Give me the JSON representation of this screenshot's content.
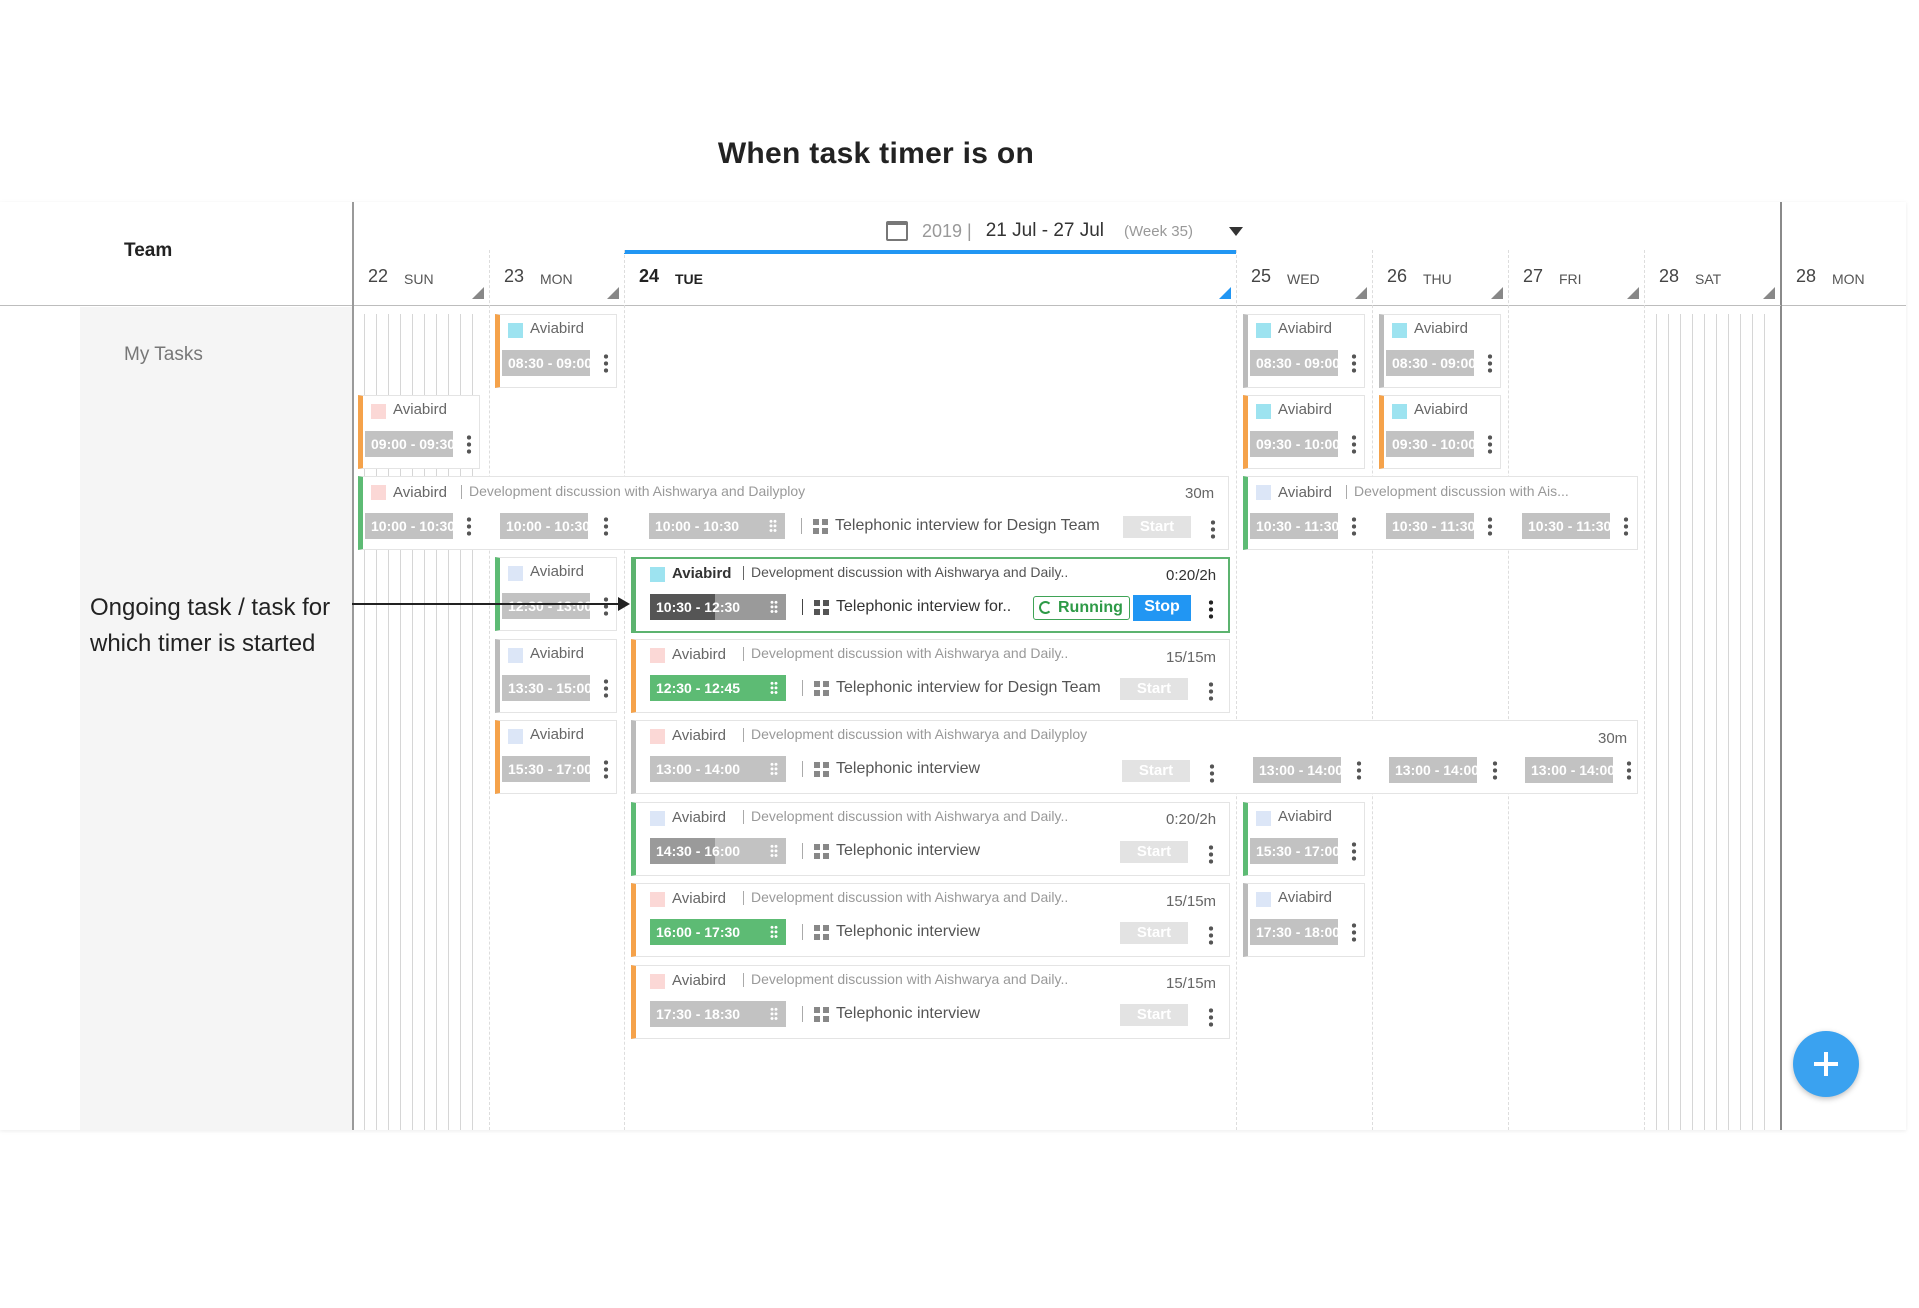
{
  "heading": "When task timer is on",
  "annotation": [
    "Ongoing task / task for",
    "which timer is started"
  ],
  "team": {
    "title": "Team",
    "row_label": "My Tasks"
  },
  "week": {
    "year": "2019 |",
    "range": "21 Jul - 27 Jul",
    "week_label": "(Week 35)"
  },
  "days": [
    {
      "num": "22",
      "dow": "SUN"
    },
    {
      "num": "23",
      "dow": "MON"
    },
    {
      "num": "24",
      "dow": "TUE"
    },
    {
      "num": "25",
      "dow": "WED"
    },
    {
      "num": "26",
      "dow": "THU"
    },
    {
      "num": "27",
      "dow": "FRI"
    },
    {
      "num": "28",
      "dow": "SAT"
    },
    {
      "num": "28",
      "dow": "MON"
    }
  ],
  "project": "Aviabird",
  "desc_full": "Development discussion with Aishwarya and Dailyploy",
  "desc_short": "Development discussion with Aishwarya and Daily..",
  "desc_tiny": "Development discussion with Ais...",
  "task_design": "Telephonic interview for Design Team",
  "task_design_short": "Telephonic interview for..",
  "task_plain": "Telephonic interview",
  "start": "Start",
  "stop": "Stop",
  "running": "Running",
  "times": {
    "t0830_0900": "08:30 - 09:00",
    "t0900_0930": "09:00 - 09:30",
    "t0930_1000": "09:30 - 10:00",
    "t1000_1030": "10:00 - 10:30",
    "t1030_1130": "10:30 - 11:30",
    "t1030_1230": "10:30 - 12:30",
    "t1230_1300": "12:30 - 13:00",
    "t1230_1245": "12:30 - 12:45",
    "t1330_1500": "13:30 - 15:00",
    "t1530_1700": "15:30 - 17:00",
    "t1300_1400": "13:00 - 14:00",
    "t1430_1600": "14:30 - 16:00",
    "t1600_1730": "16:00 - 17:30",
    "t1730_1800": "17:30 - 18:00",
    "t1730_1830": "17:30 - 18:30"
  },
  "durations": {
    "d30m": "30m",
    "d020_2h": "0:20/2h",
    "d15_15m": "15/15m"
  },
  "colors": {
    "accent": "#2196f3",
    "running": "#2e9a47",
    "orange": "#f5a24a",
    "green": "#5dbb74"
  }
}
